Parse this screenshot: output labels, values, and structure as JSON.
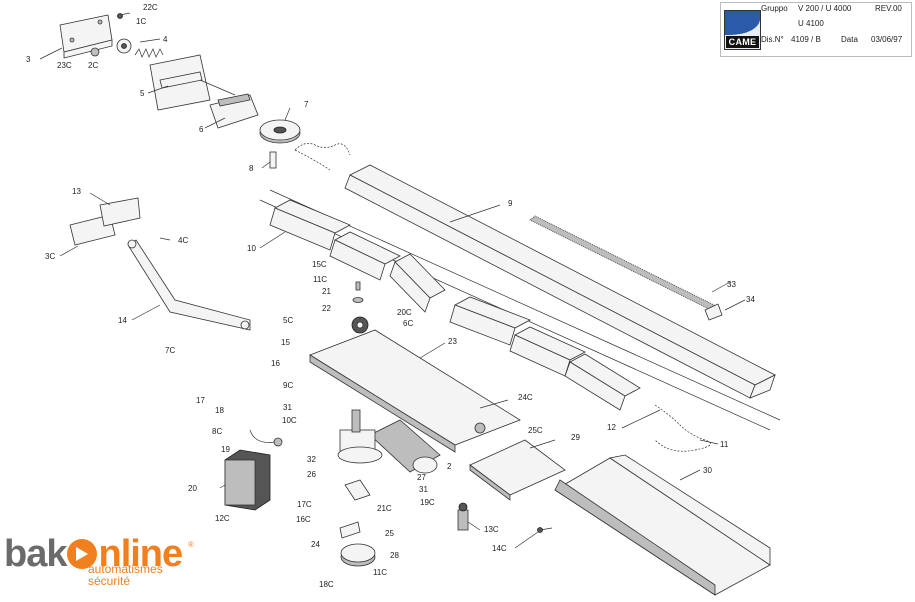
{
  "title_block": {
    "gruppo_label": "Gruppo",
    "gruppo_value": "V 200 / U 4000",
    "rev": "REV.00",
    "model": "U 4100",
    "dis_label": "Dis.N°",
    "dis_value": "4109 / B",
    "data_label": "Data",
    "data_value": "03/06/97",
    "logo_text": "CAME"
  },
  "brand": {
    "part1": "bak",
    "part2": "nline",
    "registered": "®",
    "tagline1": "automatismes",
    "tagline2": "sécurité"
  },
  "part_labels": [
    "22C",
    "1C",
    "3",
    "23C",
    "2C",
    "4",
    "5",
    "6",
    "7",
    "8",
    "9",
    "10",
    "13",
    "4C",
    "3C",
    "14",
    "15C",
    "11C",
    "21",
    "22",
    "20C",
    "6C",
    "23",
    "5C",
    "15",
    "7C",
    "16",
    "9C",
    "17",
    "18",
    "31",
    "8C",
    "10C",
    "24C",
    "25C",
    "29",
    "12",
    "11",
    "19",
    "32",
    "26",
    "2",
    "27",
    "31",
    "20",
    "21C",
    "19C",
    "17C",
    "16C",
    "25",
    "24",
    "28",
    "11C",
    "18C",
    "12C",
    "13C",
    "14C",
    "30",
    "33",
    "34"
  ],
  "colors": {
    "brand_orange": "#f07f1e",
    "brand_grey": "#6b6b6b",
    "came_blue": "#2b5aa8"
  }
}
